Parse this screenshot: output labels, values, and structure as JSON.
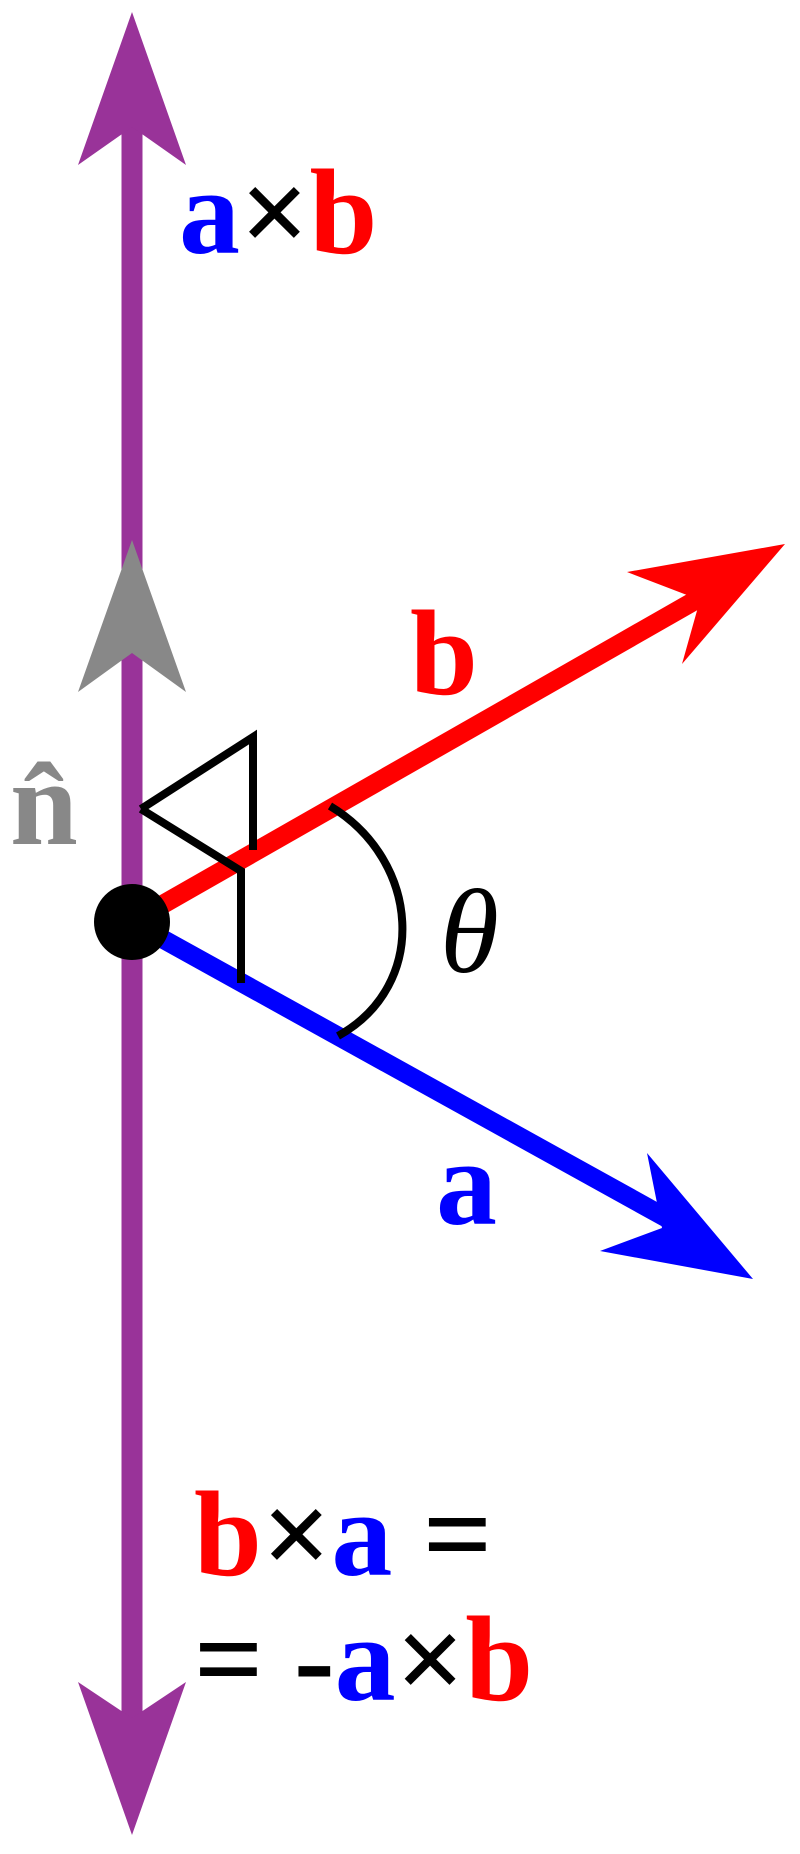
{
  "colors": {
    "a": "#0000ff",
    "b": "#ff0000",
    "cross": "#993399",
    "n": "#888888",
    "ink": "#000000"
  },
  "labels": {
    "axb_a": "a",
    "axb_times": "×",
    "axb_b": "b",
    "vector_b": "b",
    "vector_a": "a",
    "unit_normal": "n̂",
    "angle": "θ",
    "bxa_b": "b",
    "bxa_times": "×",
    "bxa_a": "a",
    "bxa_eq": " =",
    "neg_eq": "= -",
    "neg_a": "a",
    "neg_times": "×",
    "neg_b": "b"
  }
}
